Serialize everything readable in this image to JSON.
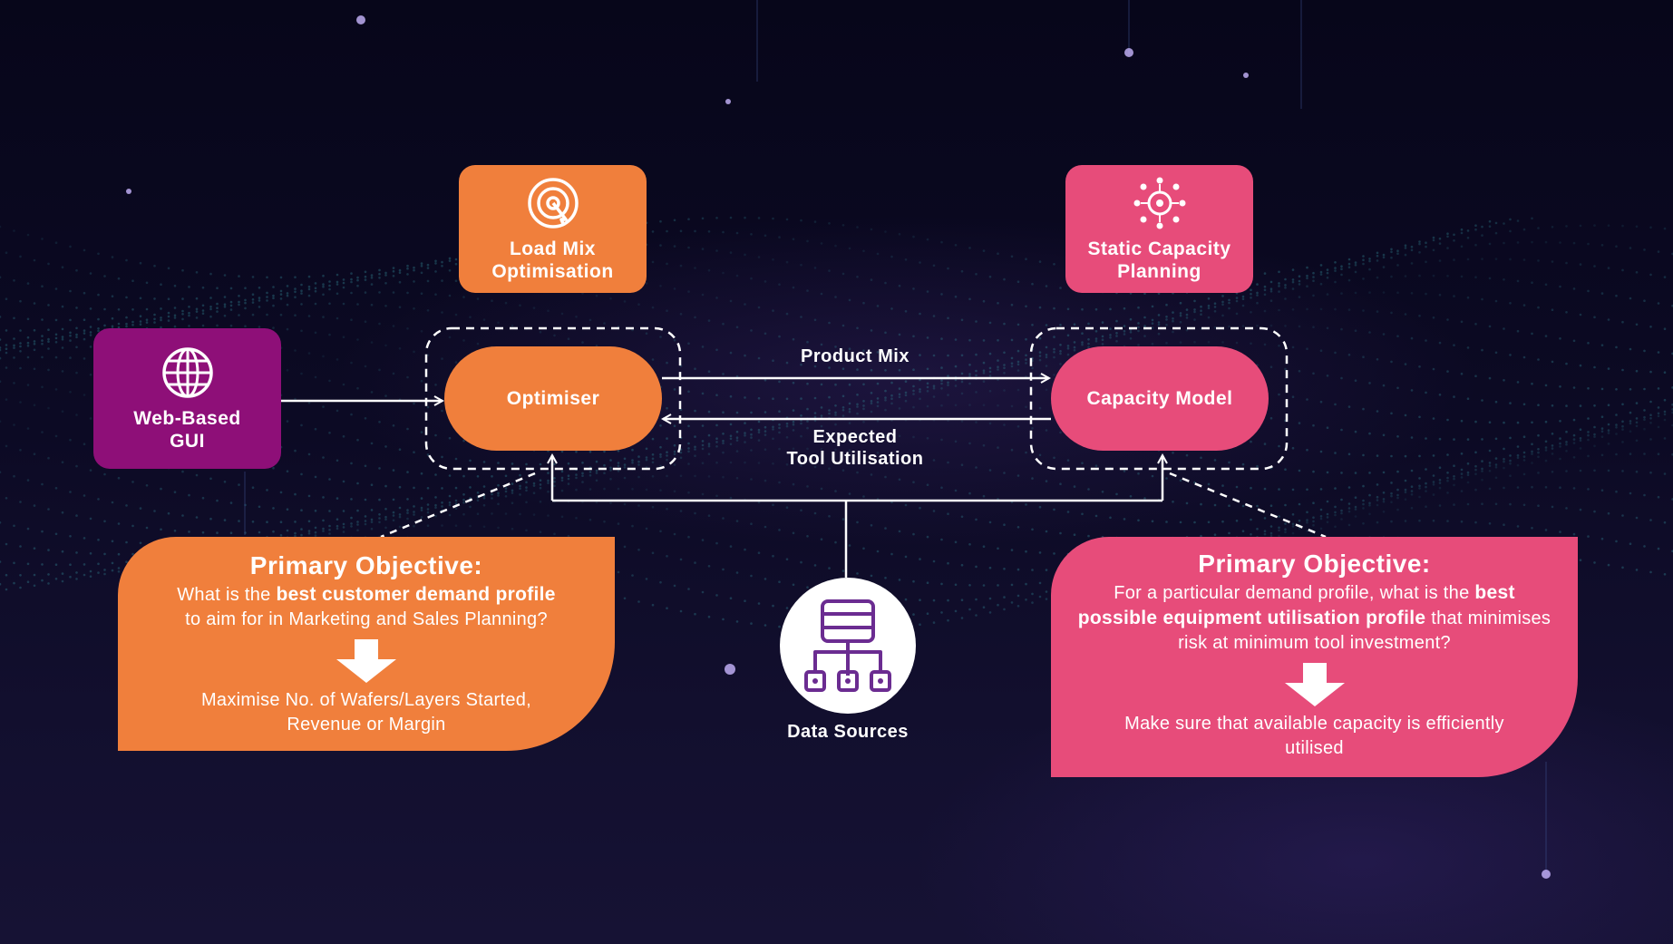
{
  "nodes": {
    "load_mix": {
      "label": "Load Mix Optimisation",
      "icon": "target-icon"
    },
    "static_capacity": {
      "label": "Static Capacity Planning",
      "icon": "gear-network-icon"
    },
    "web_gui": {
      "label": "Web-Based GUI",
      "icon": "globe-icon"
    },
    "optimiser": {
      "label": "Optimiser"
    },
    "capacity_model": {
      "label": "Capacity Model"
    },
    "data_sources": {
      "label": "Data Sources",
      "icon": "database-network-icon"
    }
  },
  "edges": {
    "product_mix": "Product Mix",
    "expected_line1": "Expected",
    "expected_line2": "Tool Utilisation"
  },
  "left_objective": {
    "title": "Primary Objective:",
    "q_pre": "What is the ",
    "q_bold": "best customer demand profile",
    "q_post": "to aim for in Marketing and Sales Planning?",
    "result": "Maximise No. of Wafers/Layers Started, Revenue or Margin"
  },
  "right_objective": {
    "title": "Primary Objective:",
    "q_pre": "For a particular demand profile, what is the ",
    "q_bold": "best possible equipment utilisation profile",
    "q_post": " that minimises risk at minimum tool investment?",
    "result": "Make sure that available capacity is efficiently utilised"
  },
  "colors": {
    "orange": "#f07f3c",
    "pink": "#e74c7a",
    "purple": "#8e0f78",
    "background": "#0c0a24"
  }
}
